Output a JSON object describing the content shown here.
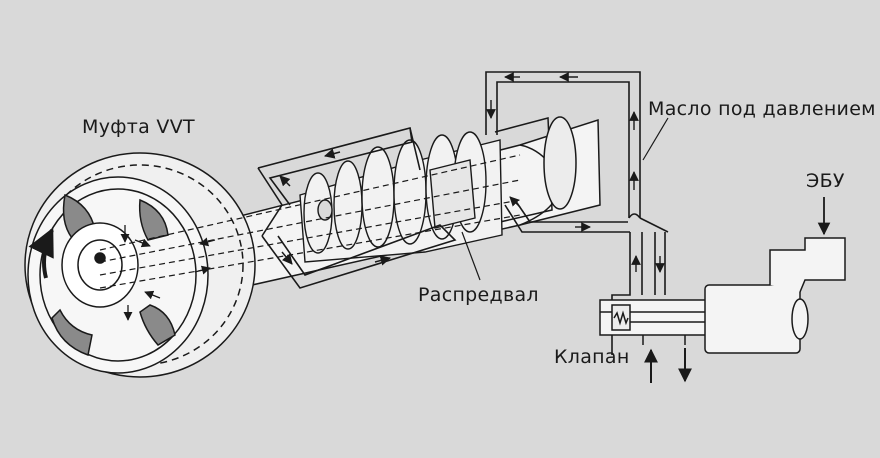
{
  "labels": {
    "clutch": "Муфта VVT",
    "oil": "Масло под давлением",
    "ecu": "ЭБУ",
    "camshaft": "Распредвал",
    "valve": "Клапан"
  },
  "colors": {
    "background": "#d9d9d9",
    "line": "#1a1a1a",
    "body": "#f4f4f4",
    "shade": "#8a8a8a"
  }
}
